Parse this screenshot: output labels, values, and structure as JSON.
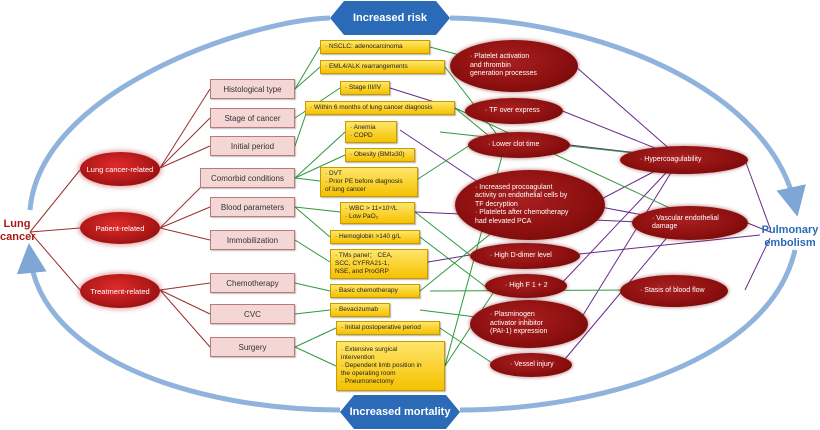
{
  "banners": {
    "top": "Increased risk",
    "bottom": "Increased mortality"
  },
  "left_label": "Lung cancer",
  "right_label": "Pulmonary embolism",
  "categories": [
    {
      "label": "Lung cancer-related"
    },
    {
      "label": "Patient-related"
    },
    {
      "label": "Treatment-related"
    }
  ],
  "factors": [
    {
      "label": "Histological type"
    },
    {
      "label": "Stage of cancer"
    },
    {
      "label": "Initial period"
    },
    {
      "label": "Comorbid conditions"
    },
    {
      "label": "Blood parameters"
    },
    {
      "label": "Immobilization"
    },
    {
      "label": "Chemotherapy"
    },
    {
      "label": "CVC"
    },
    {
      "label": "Surgery"
    }
  ],
  "details": [
    {
      "lines": [
        "· NSCLC: adenocarcinoma"
      ]
    },
    {
      "lines": [
        "· EML4/ALK rearrangements"
      ]
    },
    {
      "lines": [
        "· Stage III/IV"
      ]
    },
    {
      "lines": [
        "· Within 6 months of lung cancer diagnosis"
      ]
    },
    {
      "lines": [
        "· Anemia",
        "· COPD"
      ]
    },
    {
      "lines": [
        "· Obesity (BMI≥30)"
      ]
    },
    {
      "lines": [
        "· DVT",
        "· Prior PE before diagnosis",
        "  of lung cancer"
      ]
    },
    {
      "lines": [
        "· WBC > 11×10⁹/L",
        "· Low PaO₂"
      ]
    },
    {
      "lines": [
        "· Hemoglobin >140 g/L"
      ]
    },
    {
      "lines": [
        "· TMs panel： CEA,",
        "  SCC, CYFRA21-1,",
        "  NSE, and ProGRP"
      ]
    },
    {
      "lines": [
        "· Basic chemotherapy"
      ]
    },
    {
      "lines": [
        "· Bevacizumab"
      ]
    },
    {
      "lines": [
        "· Initial postoperative period"
      ]
    },
    {
      "lines": [
        "· Extensive surgical",
        "  intervention",
        "· Dependent limb position in",
        "  the operating room",
        "· Pneumonectomy"
      ]
    }
  ],
  "mechanisms": [
    {
      "lines": [
        "· Platelet activation",
        "  and thrombin",
        "  generation processes"
      ]
    },
    {
      "lines": [
        "· TF over express"
      ]
    },
    {
      "lines": [
        "· Lower clot time"
      ]
    },
    {
      "lines": [
        "· Increased procoagulant",
        "  activity on endothelial cells by",
        "  TF decryption",
        "· Platelets after chemotherapy",
        "  had elevated PCA"
      ]
    },
    {
      "lines": [
        "· High D-dimer level"
      ]
    },
    {
      "lines": [
        "· High F 1 + 2"
      ]
    },
    {
      "lines": [
        "· Plasminogen",
        "  activator inhibitor",
        "  (PAI-1) expression"
      ]
    },
    {
      "lines": [
        "· Vessel injury"
      ]
    }
  ],
  "pathways": [
    {
      "label": "· Hypercoagulability"
    },
    {
      "label": "· Vascular endothelial damage"
    },
    {
      "label": "· Stasis of blood flow"
    }
  ],
  "colors": {
    "dark_red": "#8b1212",
    "blue": "#2a6ab7",
    "arrow_blue": "#7fa7d6",
    "green_line": "#2e9a3c",
    "purple_line": "#6a2a8a",
    "red_line": "#9a3030"
  }
}
